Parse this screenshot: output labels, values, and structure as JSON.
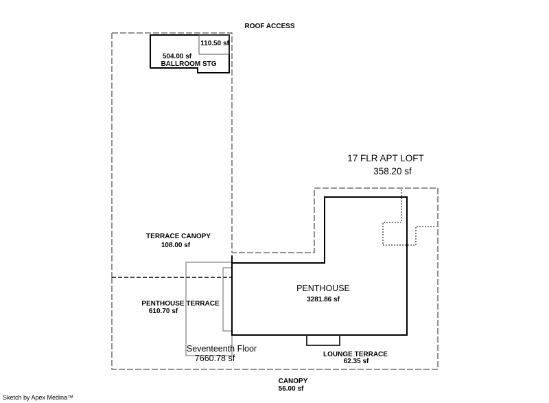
{
  "labels": {
    "roof_access": "ROOF ACCESS",
    "stg_small_area": "110.50 sf",
    "stg_area": "504.00 sf",
    "stg_name": "BALLROOM STG",
    "loft_name": "17 FLR APT LOFT",
    "loft_area": "358.20 sf",
    "terrace_canopy_name": "TERRACE CANOPY",
    "terrace_canopy_area": "108.00 sf",
    "penthouse_name": "PENTHOUSE",
    "penthouse_area": "3281.86 sf",
    "pent_terrace_name": "PENTHOUSE TERRACE",
    "pent_terrace_area": "610.70 sf",
    "floor_name": "Seventeenth Floor",
    "floor_area": "7660.78 sf",
    "lounge_name": "LOUNGE TERRACE",
    "lounge_area": "62.35 sf",
    "canopy_name": "CANOPY",
    "canopy_area": "56.00 sf"
  },
  "footer": {
    "credit": "Sketch by Apex Medina™"
  }
}
